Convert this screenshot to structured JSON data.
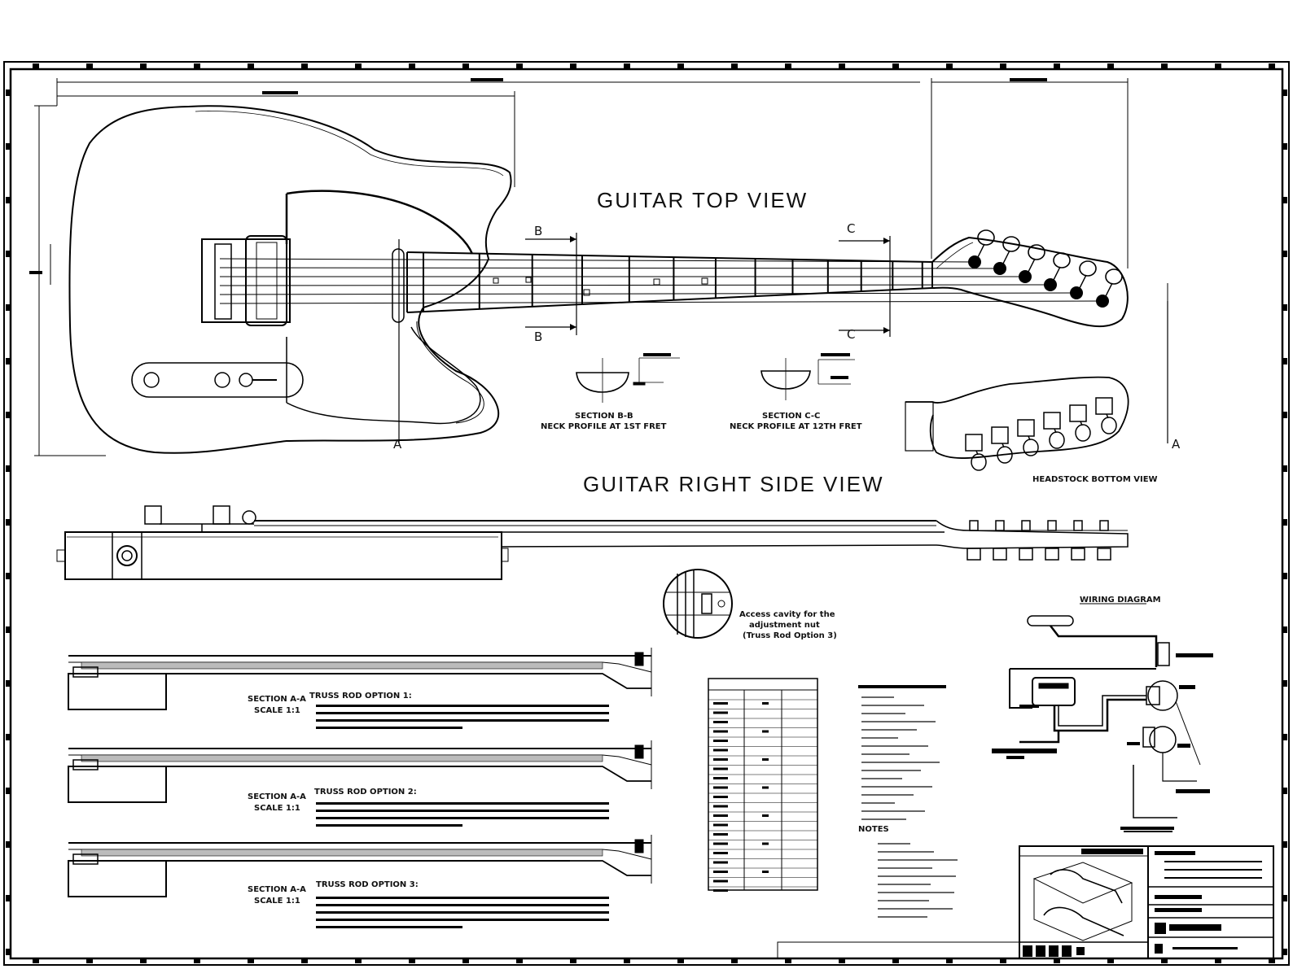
{
  "views": {
    "top_title": "GUITAR TOP VIEW",
    "side_title": "GUITAR RIGHT SIDE VIEW",
    "headstock_bottom": "HEADSTOCK BOTTOM VIEW"
  },
  "section_marks": {
    "a": "A",
    "b": "B",
    "c": "C"
  },
  "neck_profiles": {
    "bb_title": "SECTION B-B",
    "bb_caption": "NECK PROFILE AT 1ST FRET",
    "cc_title": "SECTION C-C",
    "cc_caption": "NECK PROFILE AT 12TH FRET"
  },
  "access_note": {
    "line1": "Access cavity for the",
    "line2": "adjustment nut",
    "line3": "(Truss Rod Option 3)"
  },
  "truss_sections": [
    {
      "title": "SECTION A-A",
      "scale": "SCALE 1:1",
      "heading": "TRUSS ROD OPTION 1:"
    },
    {
      "title": "SECTION A-A",
      "scale": "SCALE 1:1",
      "heading": "TRUSS ROD OPTION 2:"
    },
    {
      "title": "SECTION A-A",
      "scale": "SCALE 1:1",
      "heading": "TRUSS ROD OPTION 3:"
    }
  ],
  "wiring": {
    "title": "WIRING DIAGRAM"
  },
  "notes": {
    "title": "NOTES"
  }
}
